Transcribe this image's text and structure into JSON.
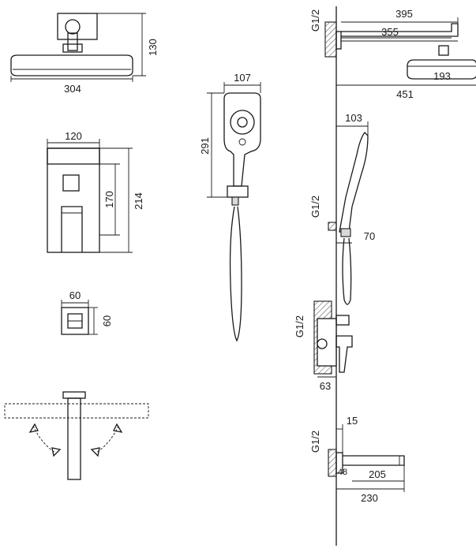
{
  "dimensions": {
    "head_width": "304",
    "head_height": "130",
    "plate_width": "120",
    "plate_inner_height": "170",
    "plate_height": "214",
    "spout_plate_width": "60",
    "spout_plate_height": "60",
    "hand_width": "107",
    "hand_length": "291",
    "thread_top": "G1/2",
    "arm_total": "395",
    "arm_length": "355",
    "head_diameter": "193",
    "arm_reach": "451",
    "holder_width": "103",
    "thread_holder": "G1/2",
    "holder_offset": "70",
    "thread_valve": "G1/2",
    "valve_depth": "63",
    "spout_offset": "15",
    "thread_spout": "G1/2",
    "spout_small": "48",
    "spout_length": "205",
    "spout_total": "230"
  }
}
